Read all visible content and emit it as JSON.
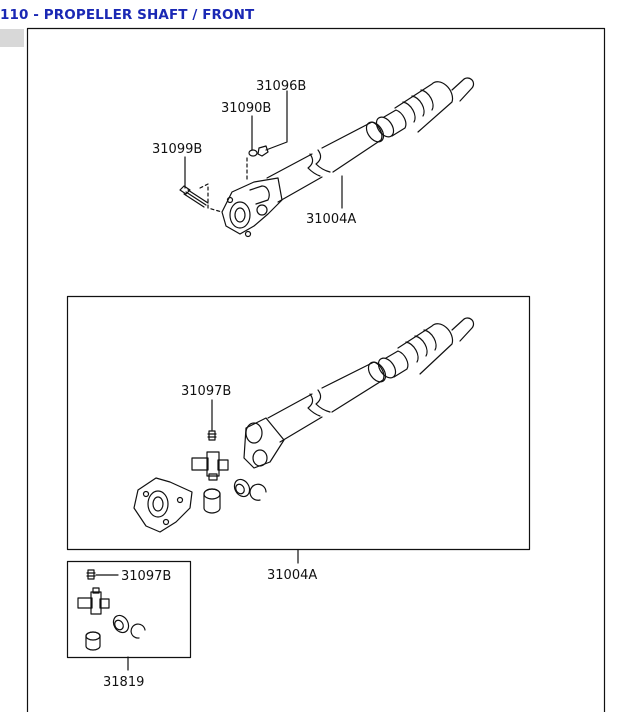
{
  "title": "110 - PROPELLER SHAFT / FRONT",
  "callouts": {
    "nut": "31096B",
    "washer": "31090B",
    "bolt": "31099B",
    "shaft_top": "31004A",
    "grease_fitting_main": "31097B",
    "shaft_kit": "31004A",
    "grease_fitting_kit": "31097B",
    "joint_kit": "31819"
  },
  "colors": {
    "title": "#1a28b4",
    "line": "#111111",
    "tab": "#d8d8d8"
  }
}
